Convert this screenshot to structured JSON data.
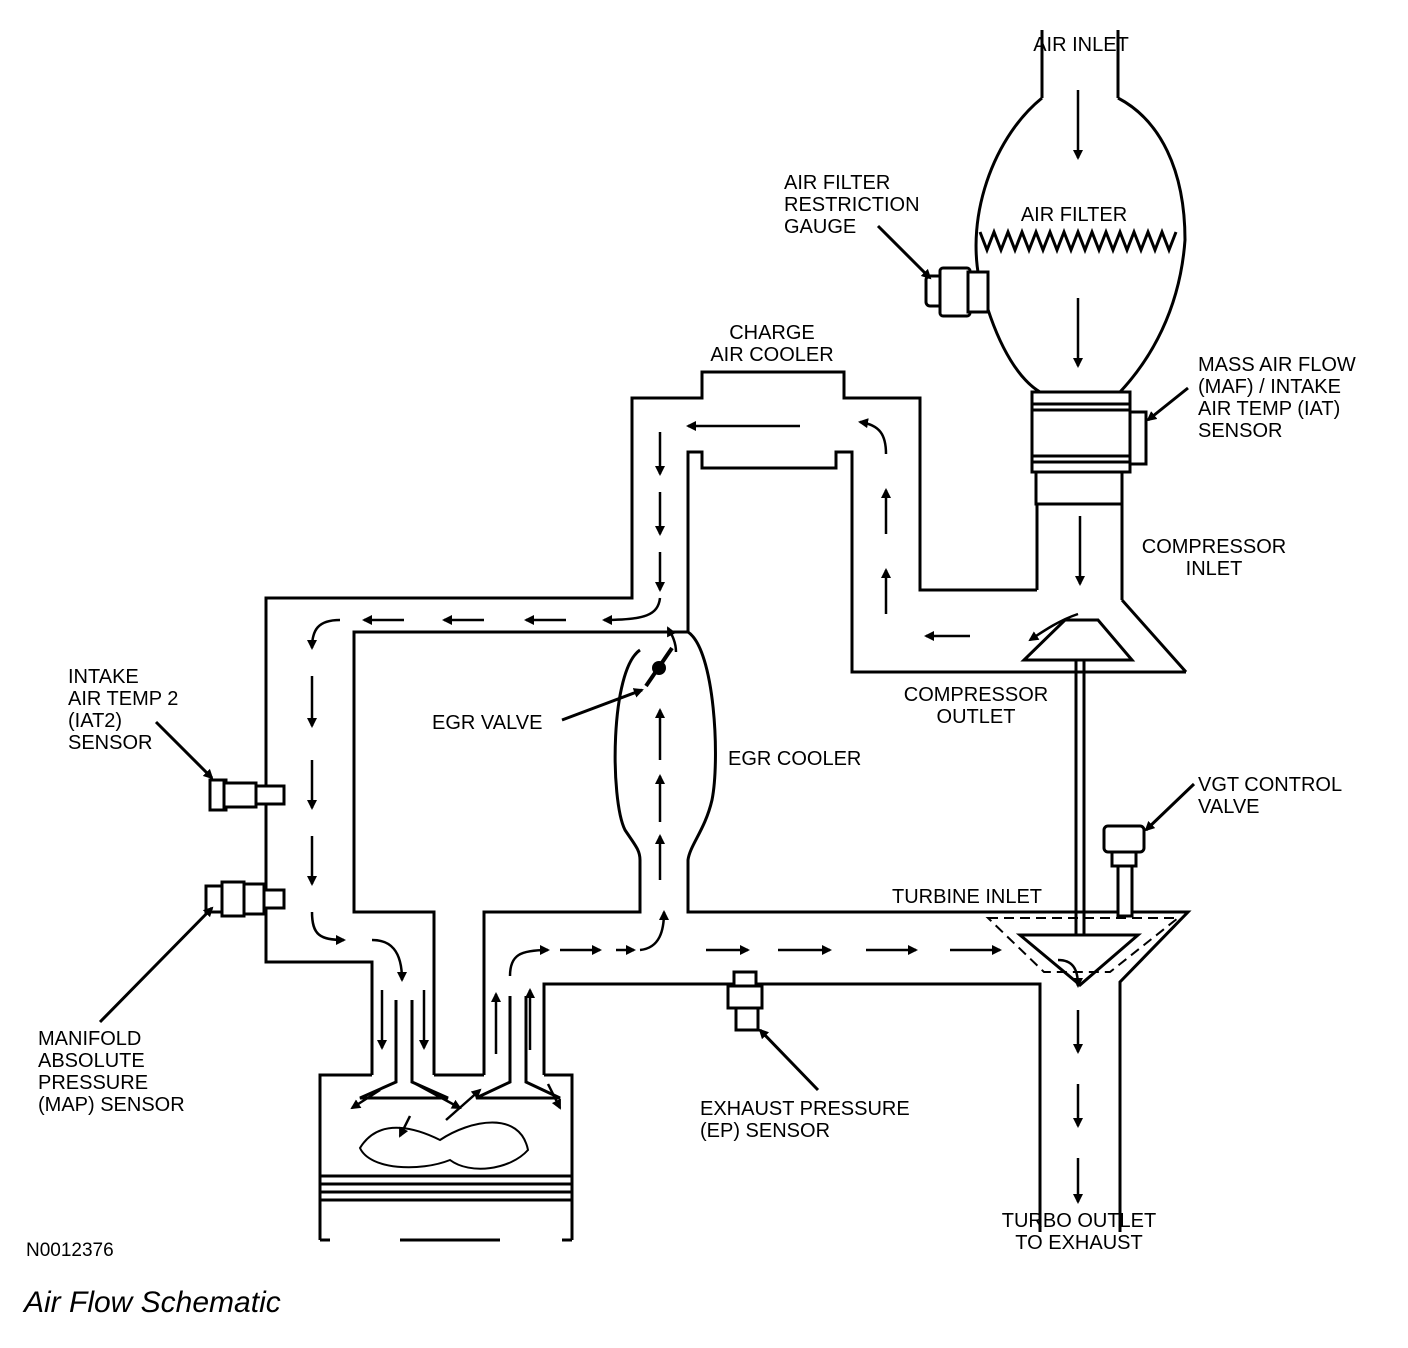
{
  "labels": {
    "air_inlet": "AIR INLET",
    "air_filter": "AIR FILTER",
    "restriction_gauge": [
      "AIR FILTER",
      "RESTRICTION",
      "GAUGE"
    ],
    "charge_air_cooler": [
      "CHARGE",
      "AIR COOLER"
    ],
    "maf_iat": [
      "MASS AIR FLOW",
      "(MAF) / INTAKE",
      "AIR TEMP (IAT)",
      "SENSOR"
    ],
    "compressor_inlet": [
      "COMPRESSOR",
      "INLET"
    ],
    "compressor_outlet": [
      "COMPRESSOR",
      "OUTLET"
    ],
    "iat2": [
      "INTAKE",
      "AIR TEMP 2",
      "(IAT2)",
      "SENSOR"
    ],
    "egr_valve": "EGR VALVE",
    "egr_cooler": "EGR COOLER",
    "vgt": [
      "VGT CONTROL",
      "VALVE"
    ],
    "turbine_inlet": "TURBINE INLET",
    "map": [
      "MANIFOLD",
      "ABSOLUTE",
      "PRESSURE",
      "(MAP) SENSOR"
    ],
    "ep": [
      "EXHAUST PRESSURE",
      "(EP) SENSOR"
    ],
    "turbo_outlet": [
      "TURBO OUTLET",
      "TO EXHAUST"
    ],
    "code": "N0012376",
    "caption": "Air Flow Schematic"
  }
}
